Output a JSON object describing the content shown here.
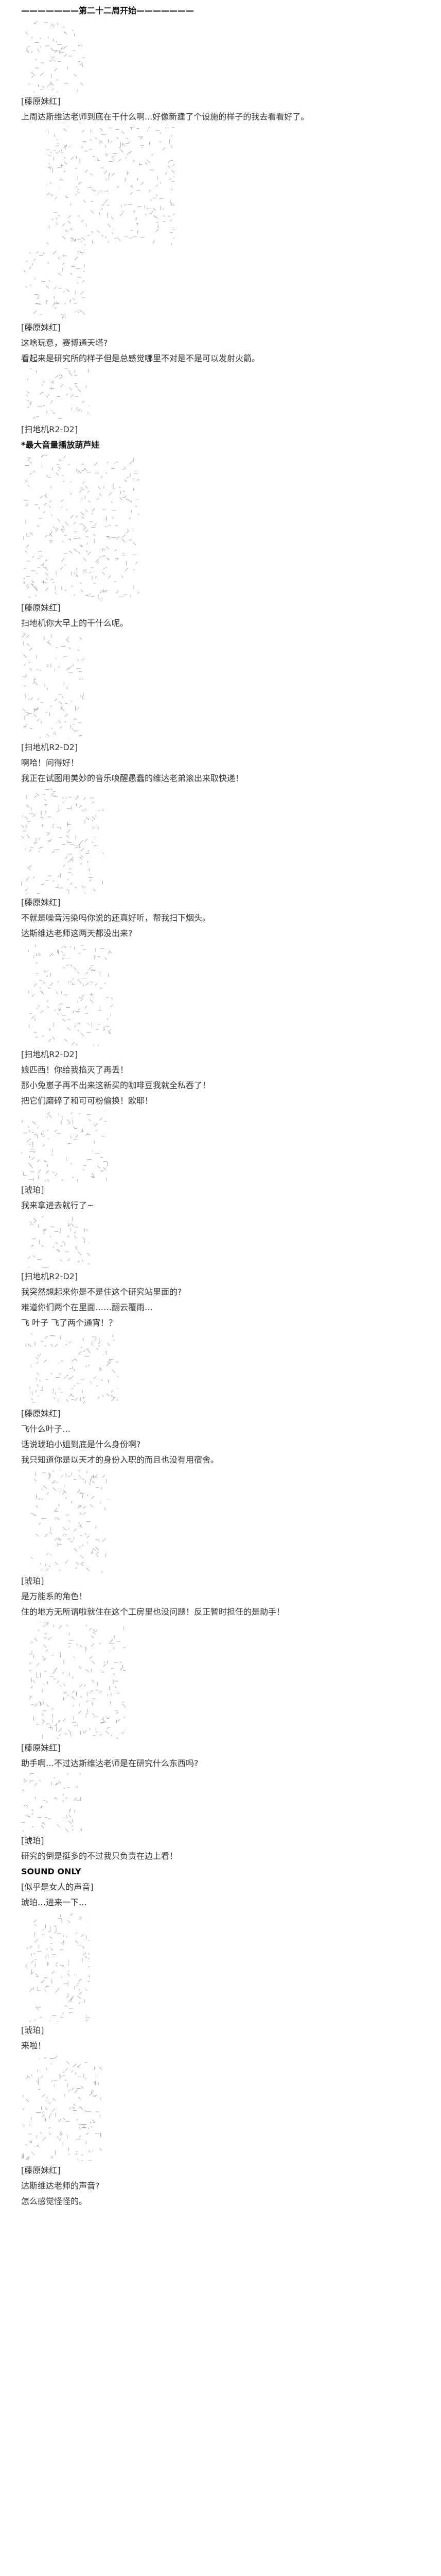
{
  "title": "———————第二十二周开始———————",
  "dialogues": [
    {
      "speaker": "[藤原妹红]",
      "lines": [
        "上周达斯维达老师到底在干什么啊...好像新建了个设施的样子的我去看看好了。"
      ]
    },
    {
      "speaker": "[藤原妹红]",
      "lines": [
        "这啥玩意，赛博通天塔?",
        "看起来是研究所的样子但是总感觉哪里不对是不是可以发射火箭。"
      ]
    },
    {
      "speaker": "[扫地机R2-D2]",
      "lines": [
        "*最大音量播放葫芦娃"
      ]
    },
    {
      "speaker": "[藤原妹红]",
      "lines": [
        "扫地机你大早上的干什么呢。"
      ]
    },
    {
      "speaker": "[扫地机R2-D2]",
      "lines": [
        "啊哈！问得好！",
        "我正在试图用美妙的音乐唤醒愚蠢的维达老弟滚出来取快递！"
      ]
    },
    {
      "speaker": "[藤原妹红]",
      "lines": [
        "不就是噪音污染吗你说的还真好听，帮我扫下烟头。",
        "达斯维达老师这两天都没出来?"
      ]
    },
    {
      "speaker": "[扫地机R2-D2]",
      "lines": [
        "娘匹西！你给我掐灭了再丢！",
        "那小兔崽子再不出来这新买的咖啡豆我就全私吞了！",
        "把它们磨碎了和可可粉偷换！欧耶！"
      ]
    },
    {
      "speaker": "[琥珀]",
      "lines": [
        "我来拿进去就行了~"
      ]
    },
    {
      "speaker": "[扫地机R2-D2]",
      "lines": [
        "我突然想起来你是不是住这个研究站里面的?",
        "难道你们两个在里面……翻云覆雨…",
        "飞 叶子 飞了两个通宵！？"
      ]
    },
    {
      "speaker": "[藤原妹红]",
      "lines": [
        "飞什么叶子…",
        "话说琥珀小姐到底是什么身份啊?",
        "我只知道你是以天才的身份入职的而且也没有用宿舍。"
      ]
    },
    {
      "speaker": "[琥珀]",
      "lines": [
        "是万能系的角色！",
        "住的地方无所谓啦就住在这个工房里也没问题！反正暂时担任的是助手！"
      ]
    },
    {
      "speaker": "[藤原妹红]",
      "lines": [
        "助手啊…不过达斯维达老师是在研究什么东西吗?"
      ]
    },
    {
      "speaker": "[琥珀]",
      "lines": [
        "研究的倒是挺多的不过我只负责在边上看！"
      ]
    },
    {
      "speaker": "[似乎是女人的声音]",
      "lines": [
        "琥珀…进来一下…"
      ]
    },
    {
      "speaker": "[琥珀]",
      "lines": [
        "来啦！"
      ]
    },
    {
      "speaker": "[藤原妹红]",
      "lines": [
        "达斯维达老师的声音?",
        "怎么感觉怪怪的。"
      ]
    }
  ],
  "sound_only_label": "SOUND ONLY",
  "art": [
    "fujiwara-no-mokou",
    "research-facility",
    "fujiwara-no-mokou",
    "r2-d2-robot",
    "mokou-and-kohaku",
    "r2-d2-robot",
    "chibi-character",
    "r2-d2-robot-large",
    "kohaku-face",
    "r2-d2-robot",
    "mokou-face",
    "kohaku-with-broom",
    "fujiwara-no-mokou",
    "kohaku-chibi",
    "kohaku",
    "chibi-character"
  ],
  "colors": {
    "text": "#333333",
    "art_stroke": "#9a9a9a",
    "background": "#ffffff"
  }
}
